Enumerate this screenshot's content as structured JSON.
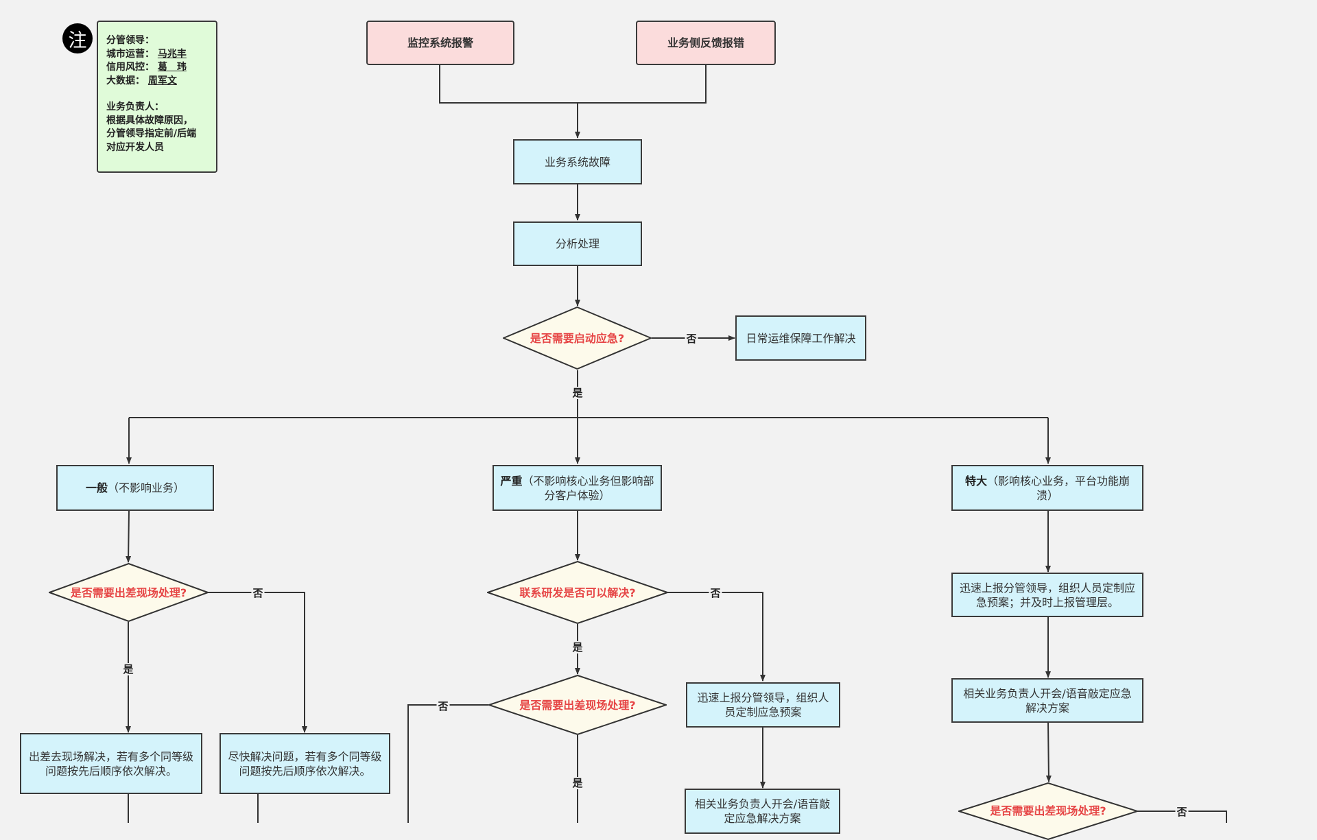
{
  "note": {
    "badge": "注",
    "leaders_title": "分管领导：",
    "leaders": [
      {
        "role": "城市运营：",
        "name": "马兆丰"
      },
      {
        "role": "信用风控：",
        "name": "葛　玮"
      },
      {
        "role": "大数据：",
        "name": "周军文"
      }
    ],
    "owner_title": "业务负责人：",
    "owner_lines": [
      "根据具体故障原因，",
      "分管领导指定前/后端",
      "对应开发人员"
    ]
  },
  "nodes": {
    "monitor_alarm": "监控系统报警",
    "business_feedback": "业务侧反馈报错",
    "system_fault": "业务系统故障",
    "analyze": "分析处理",
    "need_emergency": "是否需要启动应急?",
    "daily_ops": "日常运维保障工作解决",
    "general_bold": "一般",
    "general_rest": "（不影响业务）",
    "serious_bold": "严重",
    "serious_rest": "（不影响核心业务但影响部分客户体验）",
    "major_bold": "特大",
    "major_rest": "（影响核心业务，平台功能崩溃）",
    "general_onsite": "是否需要出差现场处理?",
    "serious_contact": "联系研发是否可以解决?",
    "serious_onsite": "是否需要出差现场处理?",
    "major_onsite": "是否需要出差现场处理?",
    "general_go_onsite": "出差去现场解决，若有多个同等级问题按先后顺序依次解决。",
    "general_fix_soon": "尽快解决问题，若有多个同等级问题按先后顺序依次解决。",
    "serious_report": "迅速上报分管领导，组织人员定制应急预案",
    "serious_meeting": "相关业务负责人开会/语音敲定应急解决方案",
    "major_report": "迅速上报分管领导，组织人员定制应急预案；并及时上报管理层。",
    "major_meeting": "相关业务负责人开会/语音敲定应急解决方案"
  },
  "edge_labels": {
    "no": "否",
    "yes": "是"
  },
  "colors": {
    "process_fill": "#d4f3fb",
    "source_fill": "#fbdcdc",
    "decision_fill": "#fdfaeb",
    "decision_text": "#e64545",
    "note_fill": "#e0fbd9",
    "background": "#f2f2f2"
  }
}
